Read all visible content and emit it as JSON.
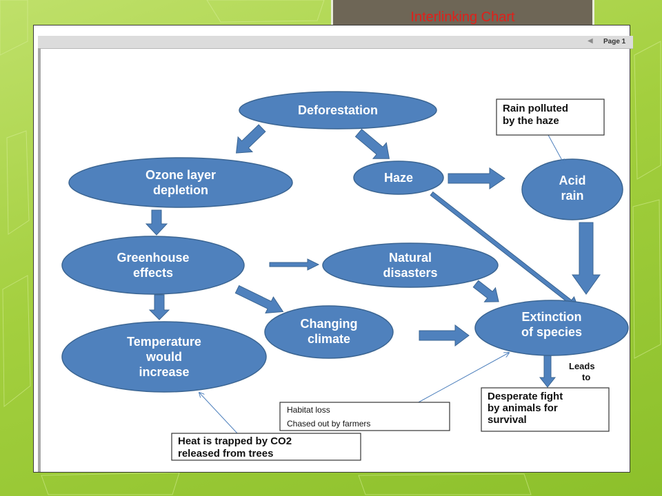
{
  "slide": {
    "title": "Interlinking Chart",
    "colors": {
      "background": "#a3cf3e",
      "title_tab": "#6e6656",
      "title_text": "#e0201a",
      "node_fill": "#4f81bd"
    }
  },
  "viewer": {
    "page_label": "Page 1",
    "prev_icon": "triangle-left-icon"
  },
  "diagram": {
    "nodes": {
      "deforestation": [
        "Deforestation"
      ],
      "ozone": [
        "Ozone layer",
        "depletion"
      ],
      "haze": [
        "Haze"
      ],
      "acid_rain": [
        "Acid",
        "rain"
      ],
      "greenhouse": [
        "Greenhouse",
        "effects"
      ],
      "natural_disasters": [
        "Natural",
        "disasters"
      ],
      "changing_climate": [
        "Changing",
        "climate"
      ],
      "temperature": [
        "Temperature",
        "would",
        "increase"
      ],
      "extinction": [
        "Extinction",
        "of species"
      ]
    },
    "notes": {
      "rain_polluted": [
        "Rain polluted",
        "by the haze"
      ],
      "habitat": [
        "Habitat loss",
        "Chased out by farmers"
      ],
      "desperate": [
        "Desperate fight",
        "by animals for",
        "survival"
      ],
      "heat_trapped": [
        "Heat is trapped by CO2",
        "released from trees"
      ]
    },
    "edge_labels": {
      "leads_to": [
        "Leads",
        "to"
      ]
    }
  }
}
